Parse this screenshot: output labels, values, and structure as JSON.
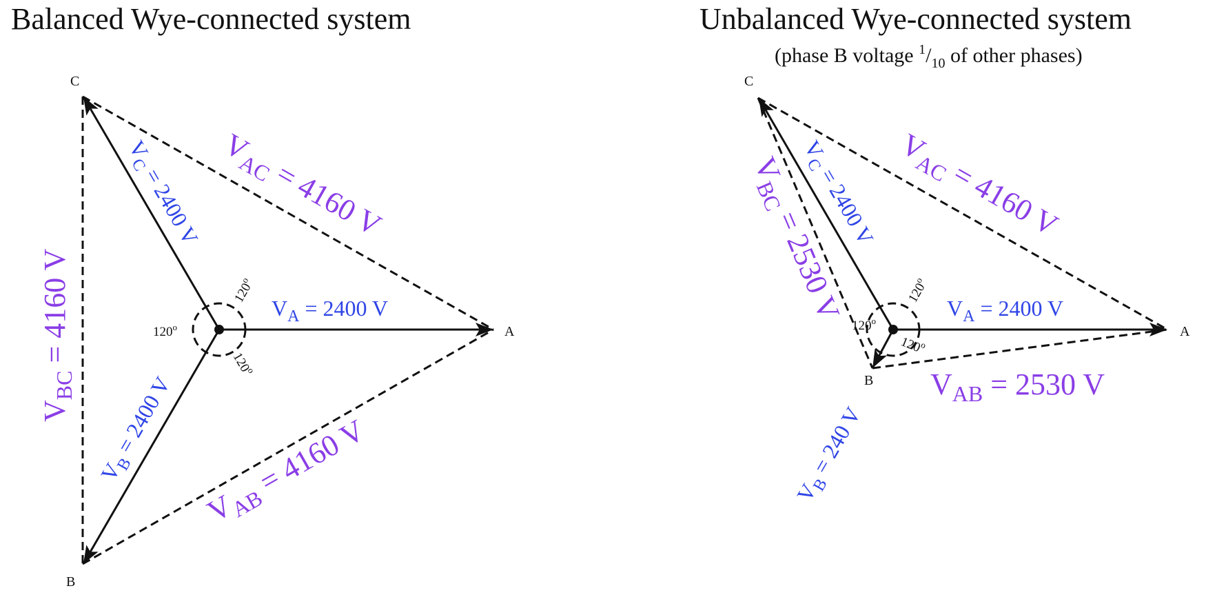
{
  "colors": {
    "phase_label": "#2f45e6",
    "line_label": "#8a3ee6",
    "ink": "#111111"
  },
  "left": {
    "title": "Balanced Wye-connected system",
    "vertex_a": "A",
    "vertex_b": "B",
    "vertex_c": "C",
    "angle_1": "120",
    "angle_2": "120",
    "angle_3": "120",
    "angle_unit": "o",
    "va": {
      "v": "V",
      "sub": "A",
      "rest": " = 2400 V"
    },
    "vb": {
      "v": "V",
      "sub": "B",
      "rest": " = 2400 V"
    },
    "vc": {
      "v": "V",
      "sub": "C",
      "rest": " = 2400 V"
    },
    "vab": {
      "v": "V",
      "sub": "AB",
      "rest": " = 4160 V"
    },
    "vac": {
      "v": "V",
      "sub": "AC",
      "rest": " = 4160 V"
    },
    "vbc": {
      "v": "V",
      "sub": "BC",
      "rest": " = 4160 V"
    }
  },
  "right": {
    "title": "Unbalanced Wye-connected system",
    "subtitle": {
      "before": "(phase B voltage ",
      "num": "1",
      "slash": "/",
      "den": "10",
      "after": " of other phases)"
    },
    "vertex_a": "A",
    "vertex_b": "B",
    "vertex_c": "C",
    "angle_1": "120",
    "angle_2": "120",
    "angle_3": "120",
    "angle_unit": "o",
    "va": {
      "v": "V",
      "sub": "A",
      "rest": " = 2400 V"
    },
    "vb": {
      "v": "V",
      "sub": "B",
      "rest": " = 240 V"
    },
    "vc": {
      "v": "V",
      "sub": "C",
      "rest": " = 2400 V"
    },
    "vab": {
      "v": "V",
      "sub": "AB",
      "rest": " = 2530 V"
    },
    "vac": {
      "v": "V",
      "sub": "AC",
      "rest": " = 4160 V"
    },
    "vbc": {
      "v": "V",
      "sub": "BC",
      "rest": " = 2530 V"
    }
  }
}
